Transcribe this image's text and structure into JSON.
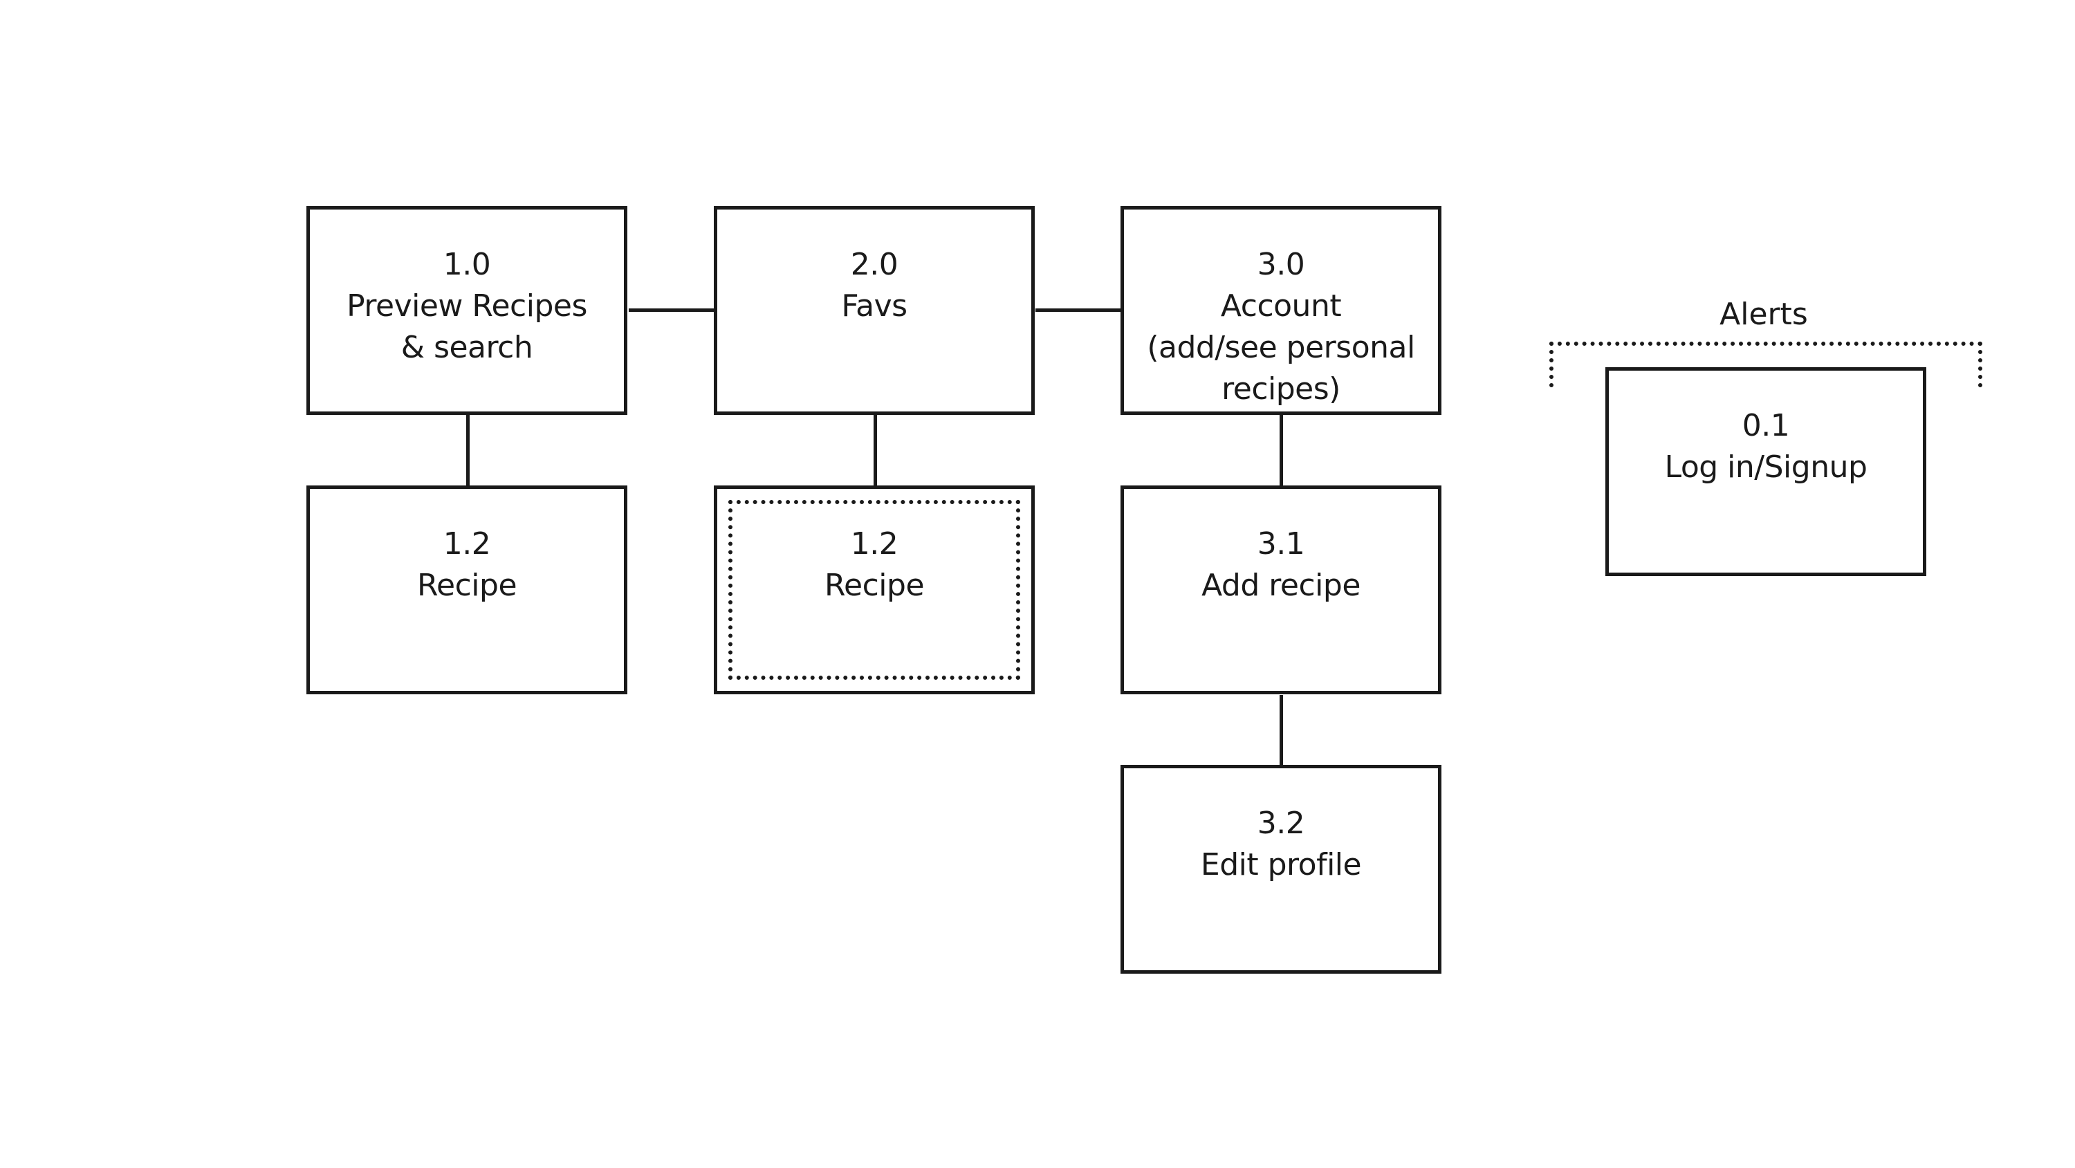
{
  "nodes": {
    "n1_0": {
      "line1": "1.0",
      "line2": "Preview Recipes",
      "line3": "& search"
    },
    "n2_0": {
      "line1": "2.0",
      "line2": "Favs"
    },
    "n3_0": {
      "line1": "3.0",
      "line2": "Account",
      "line3": "(add/see personal",
      "line4": "recipes)"
    },
    "n1_2a": {
      "line1": "1.2",
      "line2": "Recipe"
    },
    "n1_2b": {
      "line1": "1.2",
      "line2": "Recipe"
    },
    "n3_1": {
      "line1": "3.1",
      "line2": "Add recipe"
    },
    "n3_2": {
      "line1": "3.2",
      "line2": "Edit profile"
    },
    "n0_1": {
      "line1": "0.1",
      "line2": "Log in/Signup"
    }
  },
  "groups": {
    "alerts": {
      "label": "Alerts"
    }
  }
}
